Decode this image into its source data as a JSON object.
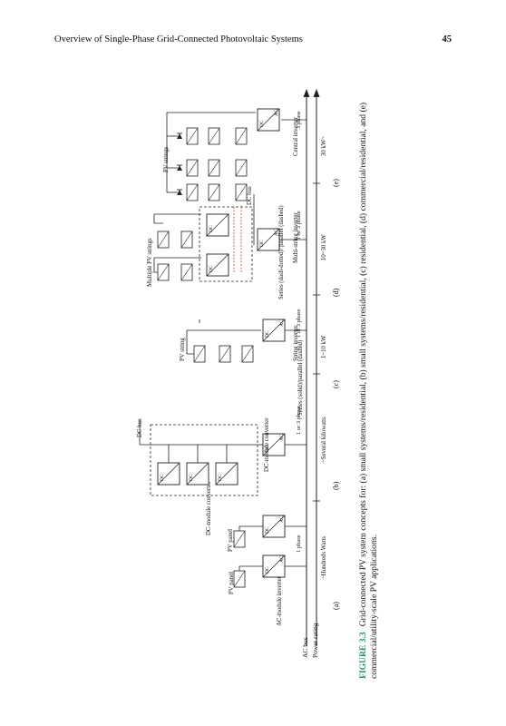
{
  "header": {
    "running_title": "Overview of Single-Phase Grid-Connected Photovoltaic Systems",
    "page_number": "45"
  },
  "axis": {
    "ac_bus": "AC bus",
    "power_rating": "Power rating"
  },
  "columns": [
    {
      "letter": "(a)",
      "power": "~Hundreds Watts"
    },
    {
      "letter": "(b)",
      "power": "~Several kilowatts"
    },
    {
      "letter": "(c)",
      "power": "1~10 kW"
    },
    {
      "letter": "(d)",
      "power": "10~30 kW"
    },
    {
      "letter": "(e)",
      "power": "30 kW~"
    }
  ],
  "phases": [
    "1 phase",
    "1 or 3 phase",
    "1 or 3 phase",
    "1 or 3 phase",
    "3 phase"
  ],
  "labels": {
    "ac_module_inverter": "AC-module inverter",
    "pv_panel": "PV panel",
    "dc_module_converter": "DC-module converter",
    "dc_bus": "DC bus",
    "series_solid_parallel_dashed": "Series (solid)/parallel (dashed)",
    "pv_string": "PV string",
    "string_inverter": "String inverter",
    "series_dash_dotted_parallel_dashed": "Series (dash-dotted)/ parallel (dashed)",
    "multiple_pv_strings": "Multiple PV strings",
    "multi_string_inverter": "Multi-string inverter",
    "pv_strings": "PV strings",
    "central_inverter": "Central inverter"
  },
  "conv": {
    "dc": "DC",
    "ac": "AC"
  },
  "colors": {
    "caption_label": "#2a8a72",
    "dc_link": "#d33a2c",
    "line": "#222222"
  },
  "caption": {
    "label": "FIGURE 3.3",
    "text": "Grid-connected PV system concepts for: (a) small systems/residential, (b) small systems/residential, (c) residential, (d) commercial/residential, and (e) commercial/utility-scale PV applications."
  }
}
